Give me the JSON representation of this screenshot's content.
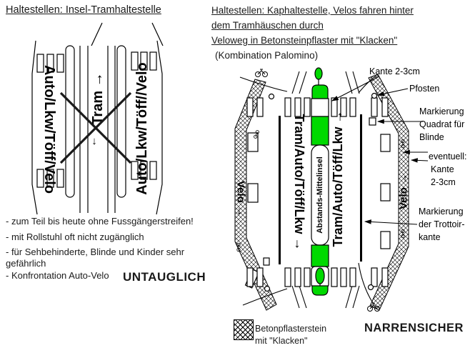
{
  "colors": {
    "green": "#00d900"
  },
  "left_panel": {
    "title": "Haltestellen: Insel-Tramhaltestelle",
    "diagram": {
      "lane_left": "Auto/Lkw/Töff/Velo",
      "lane_right": "Auto/Lkw/Töff//Velo",
      "tram": "Tram →",
      "tram_opposite_arrow": "↓"
    },
    "notes": [
      "- zum Teil bis heute ohne Fussgängerstreifen!",
      "- mit Rollstuhl oft nicht zugänglich",
      "- für Sehbehinderte, Blinde und Kinder sehr",
      "gefährlich",
      "- Konfrontation Auto-Velo"
    ],
    "verdict": "UNTAUGLICH"
  },
  "right_panel": {
    "title_lines": [
      "Haltestellen: Kaphaltestelle, Velos fahren hinter",
      "dem Tramhäuschen durch",
      "Veloweg in Betonsteinpflaster mit \"Klacken\""
    ],
    "subtitle": "(Kombination Palomino)",
    "diagram": {
      "lane_left": "Tram/Auto/Töff/Lkw →",
      "lane_right": "Tram/Auto/Töff/Lkw →",
      "island": "Abstands-Mittelinsel",
      "velo_left": "Velo →",
      "velo_right": "Velo →"
    },
    "annotations": {
      "kante_top": "Kante 2-3cm",
      "pfosten": "Pfosten",
      "blinde": [
        "Markierung",
        "Quadrat für",
        "Blinde"
      ],
      "eventuell": [
        "eventuell:",
        "Kante",
        "2-3cm"
      ],
      "trottoir": [
        "Markierung",
        "der Trottoir-",
        "kante"
      ]
    },
    "legend": [
      "Betonpflasterstein",
      "mit \"Klacken\""
    ],
    "verdict": "NARRENSICHER"
  }
}
